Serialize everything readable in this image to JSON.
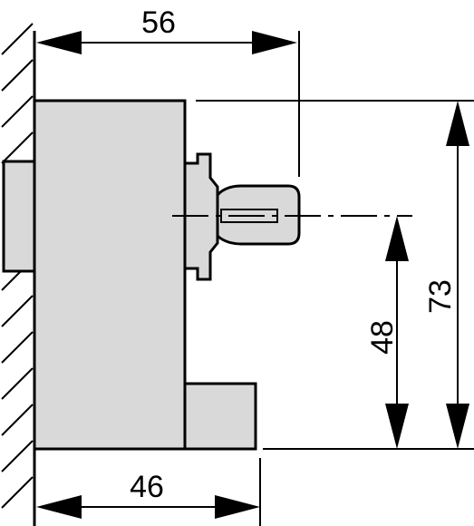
{
  "drawing": {
    "dimensions": {
      "top_width": "56",
      "bottom_width": "46",
      "shaft_height": "48",
      "total_height": "73"
    },
    "colors": {
      "line": "#000000",
      "body_fill": "#d9d9d9",
      "background": "#ffffff"
    }
  }
}
